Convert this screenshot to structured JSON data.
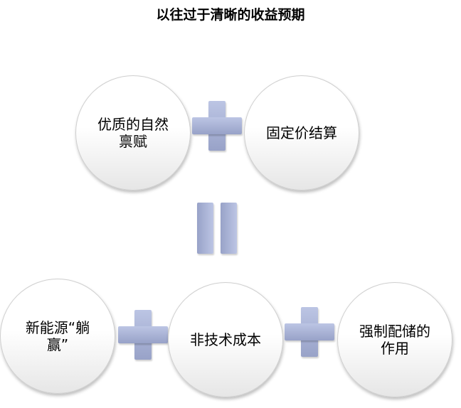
{
  "title": "以往过于清晰的收益预期",
  "top_row": [
    "优质的自然禀赋",
    "固定价结算"
  ],
  "bottom_row": [
    "新能源“躺赢”",
    "非技术成本",
    "强制配储的作用"
  ],
  "operators": {
    "plus": "plus-icon",
    "equals": "equals-icon"
  },
  "colors": {
    "operator": "#aab3d8",
    "circle_border": "#cfcfcf"
  }
}
